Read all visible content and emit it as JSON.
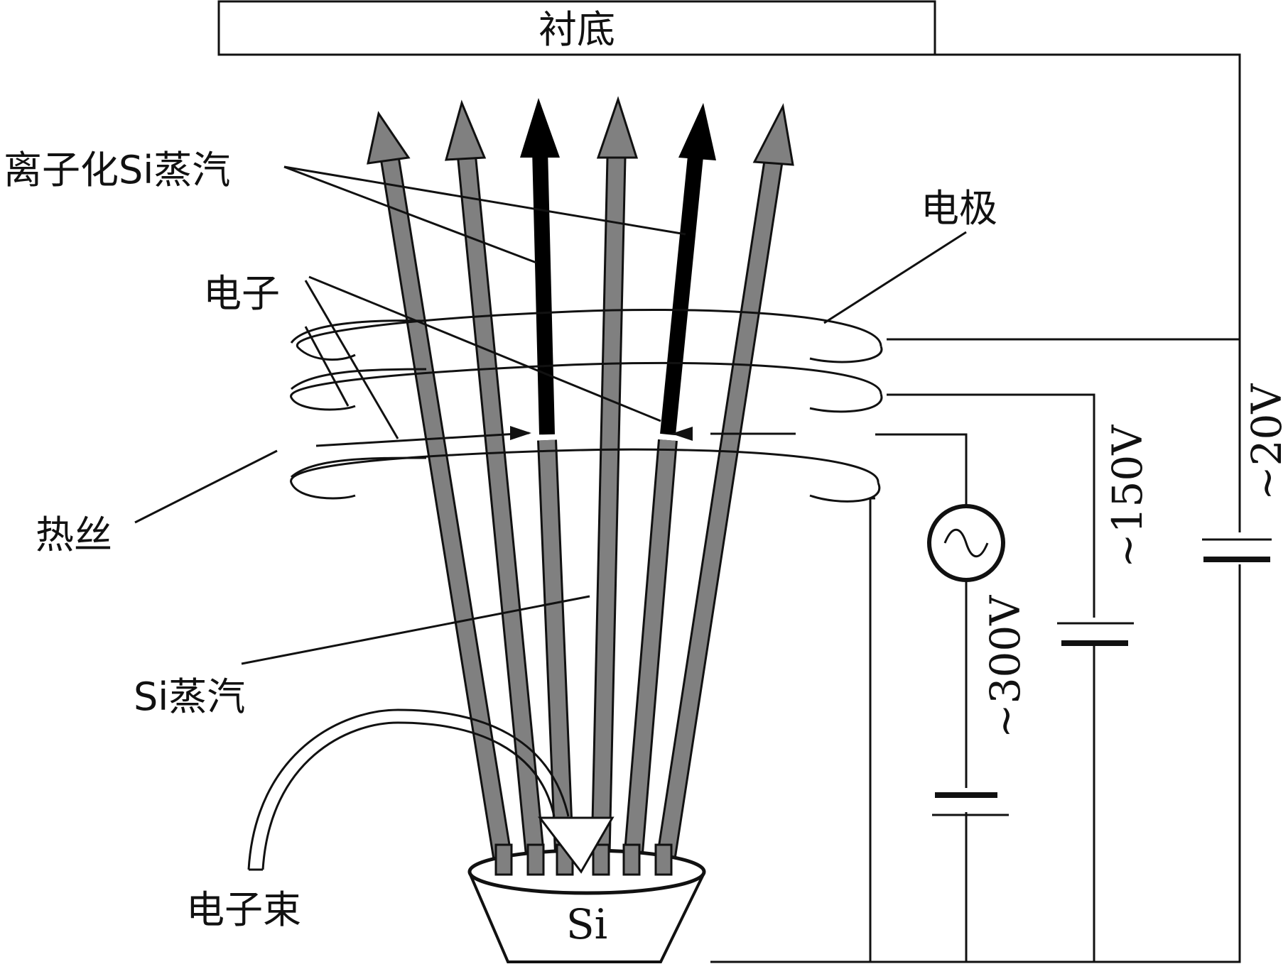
{
  "labels": {
    "substrate": "衬底",
    "ionized_vapor": "离子化Si蒸汽",
    "electrode": "电极",
    "electron": "电子",
    "filament": "热丝",
    "si_vapor": "Si蒸汽",
    "electron_beam": "电子束",
    "crucible": "Si"
  },
  "voltages": {
    "ac": "~300V",
    "bias1": "~150V",
    "bias2": "~20V"
  },
  "icons": {
    "ac_source": "ac-source-icon",
    "battery": "battery-icon"
  },
  "colors": {
    "vapor_arrow": "#808080",
    "ion_arrow": "#000000",
    "line": "#111111"
  }
}
